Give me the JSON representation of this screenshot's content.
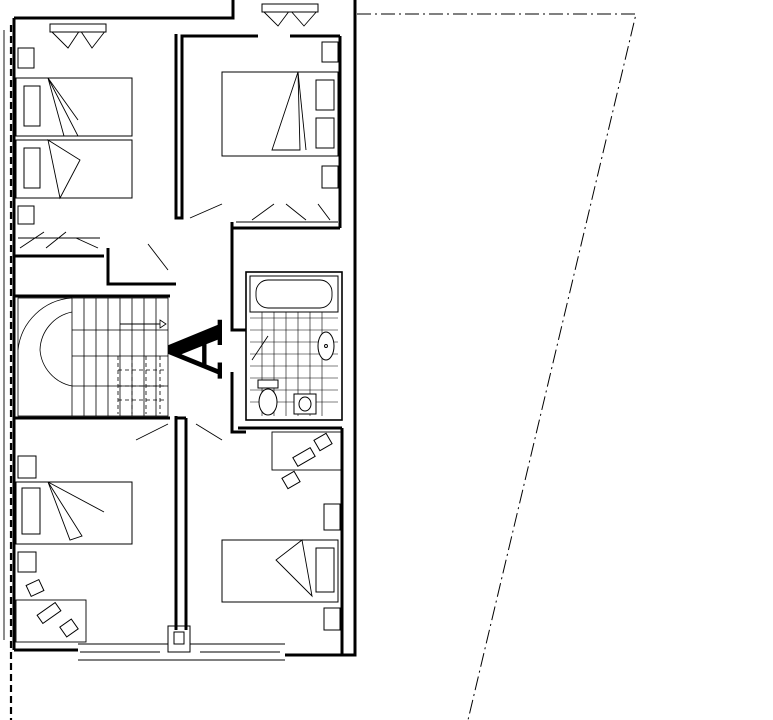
{
  "plan": {
    "section_marker": "A"
  },
  "icons": {
    "stair_arrow": "triangle-arrow",
    "door": "door-swing"
  }
}
